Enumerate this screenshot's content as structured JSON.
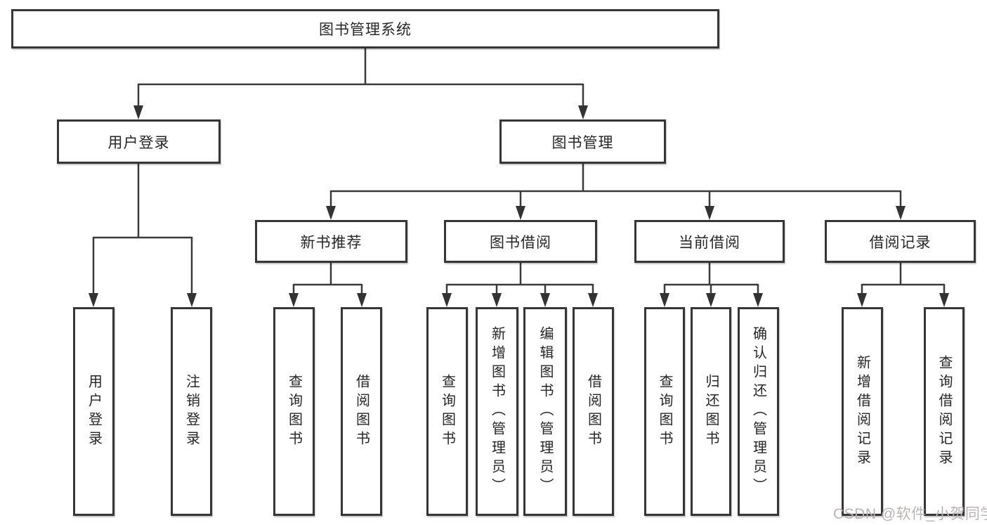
{
  "diagram": {
    "title": "图书管理系统",
    "branches": [
      {
        "label": "用户登录",
        "children": [
          "用户登录",
          "注销登录"
        ]
      },
      {
        "label": "图书管理",
        "sections": [
          {
            "label": "新书推荐",
            "children": [
              "查询图书",
              "借阅图书"
            ]
          },
          {
            "label": "图书借阅",
            "children": [
              "查询图书",
              "新增图书（管理员）",
              "编辑图书（管理员）",
              "借阅图书"
            ]
          },
          {
            "label": "当前借阅",
            "children": [
              "查询图书",
              "归还图书",
              "确认归还（管理员）"
            ]
          },
          {
            "label": "借阅记录",
            "children": [
              "新增借阅记录",
              "查询借阅记录"
            ]
          }
        ]
      }
    ]
  },
  "watermark": {
    "text": "CSDN @软件_小贺同学"
  },
  "colors": {
    "line": "#3a3a3a",
    "box_border": "#363636",
    "text": "#262626",
    "watermark": "#b9b4b4",
    "background": "#ffffff"
  }
}
